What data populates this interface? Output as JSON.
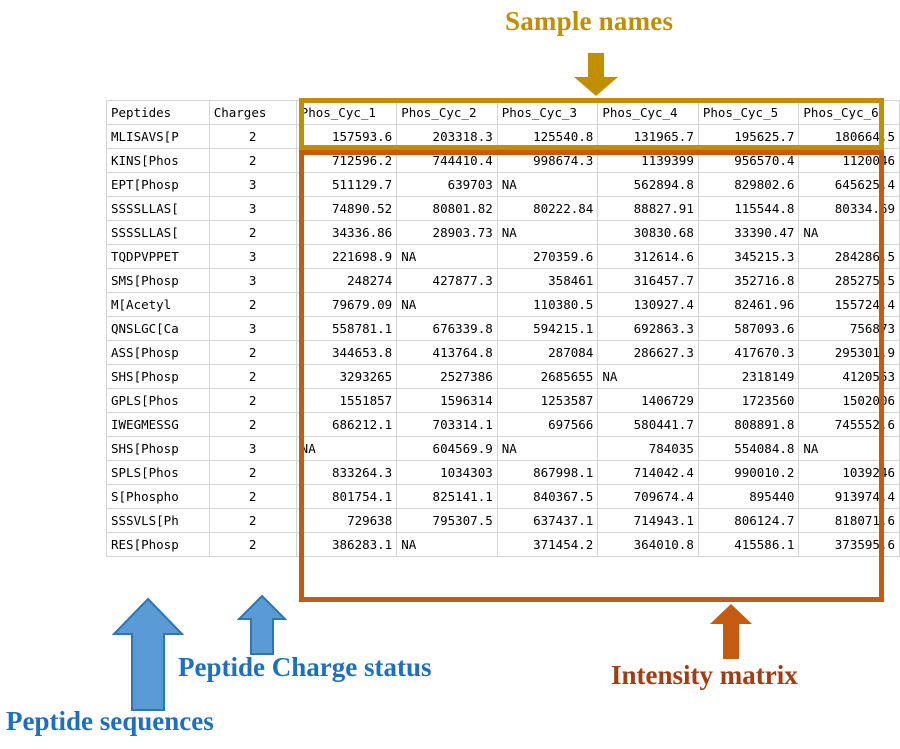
{
  "annotations": {
    "sample_names": {
      "label": "Sample names",
      "color": "#BF8F00"
    },
    "intensity_matrix": {
      "label": "Intensity matrix",
      "color": "#A13D13"
    },
    "peptide_sequences": {
      "label": "Peptide sequences",
      "color": "#1F6FC0"
    },
    "peptide_charge_status": {
      "label": "Peptide Charge status",
      "color": "#1F6FC0"
    }
  },
  "table": {
    "headers": {
      "peptides": "Peptides",
      "charges": "Charges",
      "samples": [
        "Phos_Cyc_1",
        "Phos_Cyc_2",
        "Phos_Cyc_3",
        "Phos_Cyc_4",
        "Phos_Cyc_5",
        "Phos_Cyc_6"
      ]
    },
    "header_colors": {
      "annotation_columns": "#93BCE6",
      "sample_columns": "#FFFF00"
    },
    "rows": [
      {
        "peptide": "MLISAVS[P",
        "charge": "2",
        "values": [
          "157593.6",
          "203318.3",
          "125540.8",
          "131965.7",
          "195625.7",
          "180664.5"
        ]
      },
      {
        "peptide": "KINS[Phos",
        "charge": "2",
        "values": [
          "712596.2",
          "744410.4",
          "998674.3",
          "1139399",
          "956570.4",
          "1120046"
        ]
      },
      {
        "peptide": "EPT[Phosp",
        "charge": "3",
        "values": [
          "511129.7",
          "639703",
          "NA",
          "562894.8",
          "829802.6",
          "645625.4"
        ]
      },
      {
        "peptide": "SSSSLLAS[",
        "charge": "3",
        "values": [
          "74890.52",
          "80801.82",
          "80222.84",
          "88827.91",
          "115544.8",
          "80334.69"
        ]
      },
      {
        "peptide": "SSSSLLAS[",
        "charge": "2",
        "values": [
          "34336.86",
          "28903.73",
          "NA",
          "30830.68",
          "33390.47",
          "NA"
        ]
      },
      {
        "peptide": "TQDPVPPET",
        "charge": "3",
        "values": [
          "221698.9",
          "NA",
          "270359.6",
          "312614.6",
          "345215.3",
          "284286.5"
        ]
      },
      {
        "peptide": "SMS[Phosp",
        "charge": "3",
        "values": [
          "248274",
          "427877.3",
          "358461",
          "316457.7",
          "352716.8",
          "285275.5"
        ]
      },
      {
        "peptide": "M[Acetyl",
        "charge": "2",
        "values": [
          "79679.09",
          "NA",
          "110380.5",
          "130927.4",
          "82461.96",
          "155724.4"
        ]
      },
      {
        "peptide": "QNSLGC[Ca",
        "charge": "3",
        "values": [
          "558781.1",
          "676339.8",
          "594215.1",
          "692863.3",
          "587093.6",
          "756873"
        ]
      },
      {
        "peptide": "ASS[Phosp",
        "charge": "2",
        "values": [
          "344653.8",
          "413764.8",
          "287084",
          "286627.3",
          "417670.3",
          "295301.9"
        ]
      },
      {
        "peptide": "SHS[Phosp",
        "charge": "2",
        "values": [
          "3293265",
          "2527386",
          "2685655",
          "NA",
          "2318149",
          "4120553"
        ]
      },
      {
        "peptide": "GPLS[Phos",
        "charge": "2",
        "values": [
          "1551857",
          "1596314",
          "1253587",
          "1406729",
          "1723560",
          "1502006"
        ]
      },
      {
        "peptide": "IWEGMESSG",
        "charge": "2",
        "values": [
          "686212.1",
          "703314.1",
          "697566",
          "580441.7",
          "808891.8",
          "745552.6"
        ]
      },
      {
        "peptide": "SHS[Phosp",
        "charge": "3",
        "values": [
          "NA",
          "604569.9",
          "NA",
          "784035",
          "554084.8",
          "NA"
        ]
      },
      {
        "peptide": "SPLS[Phos",
        "charge": "2",
        "values": [
          "833264.3",
          "1034303",
          "867998.1",
          "714042.4",
          "990010.2",
          "1039246"
        ]
      },
      {
        "peptide": "S[Phospho",
        "charge": "2",
        "values": [
          "801754.1",
          "825141.1",
          "840367.5",
          "709674.4",
          "895440",
          "913974.4"
        ]
      },
      {
        "peptide": "SSSVLS[Ph",
        "charge": "2",
        "values": [
          "729638",
          "795307.5",
          "637437.1",
          "714943.1",
          "806124.7",
          "818071.6"
        ]
      },
      {
        "peptide": "RES[Phosp",
        "charge": "2",
        "values": [
          "386283.1",
          "NA",
          "371454.2",
          "364010.8",
          "415586.1",
          "373595.6"
        ]
      }
    ]
  }
}
